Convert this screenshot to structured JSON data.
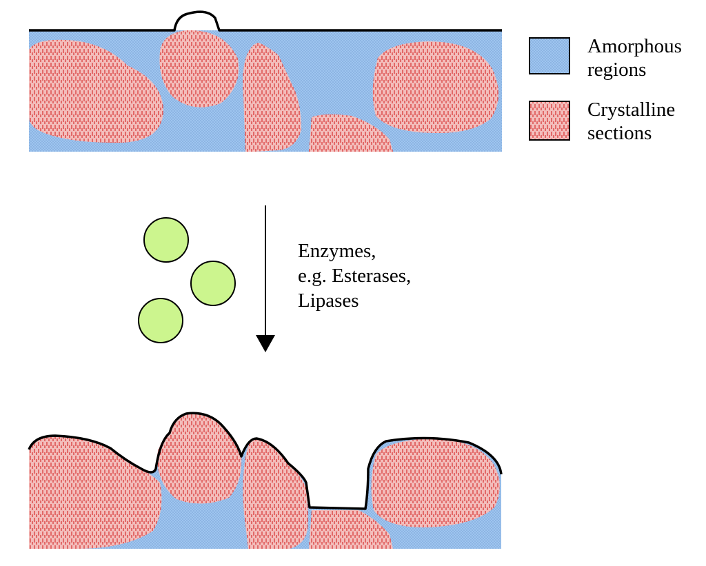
{
  "legend": {
    "amorphous": {
      "line1": "Amorphous",
      "line2": "regions",
      "color": "#9ec5ef"
    },
    "crystalline": {
      "line1": "Crystalline",
      "line2": "sections",
      "color": "#f2b7b5"
    }
  },
  "process": {
    "line1": "Enzymes,",
    "line2": "e.g. Esterases,",
    "line3": "Lipases"
  },
  "enzyme_color": "#ccf58e",
  "icons": {
    "arrow": "down-arrow-icon",
    "enzyme": "circle-icon"
  }
}
